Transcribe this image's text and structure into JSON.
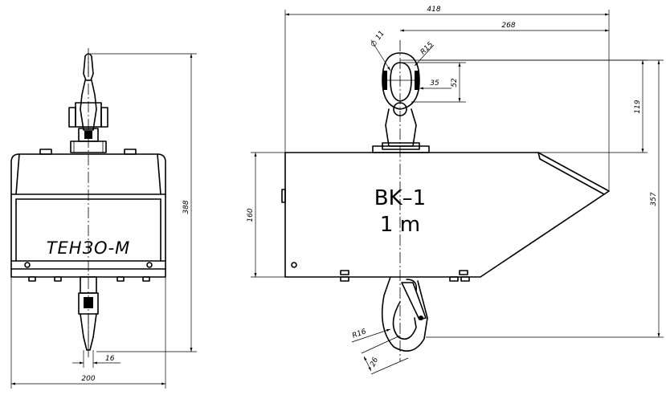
{
  "left_view": {
    "label": "ТЕНЗО-М",
    "dims": {
      "height": "388",
      "width": "200",
      "hook_width": "16"
    }
  },
  "right_view": {
    "label_line1": "BK–1",
    "label_line2": "1 m",
    "dims": {
      "total_width": "418",
      "eye_to_right": "268",
      "eye_diameter": "∅ 11",
      "eye_radius": "R15",
      "eye_width": "35",
      "eye_height": "52",
      "body_height": "160",
      "top_to_body": "119",
      "total_height": "357",
      "hook_radius": "R16",
      "hook_throat": "26"
    }
  }
}
